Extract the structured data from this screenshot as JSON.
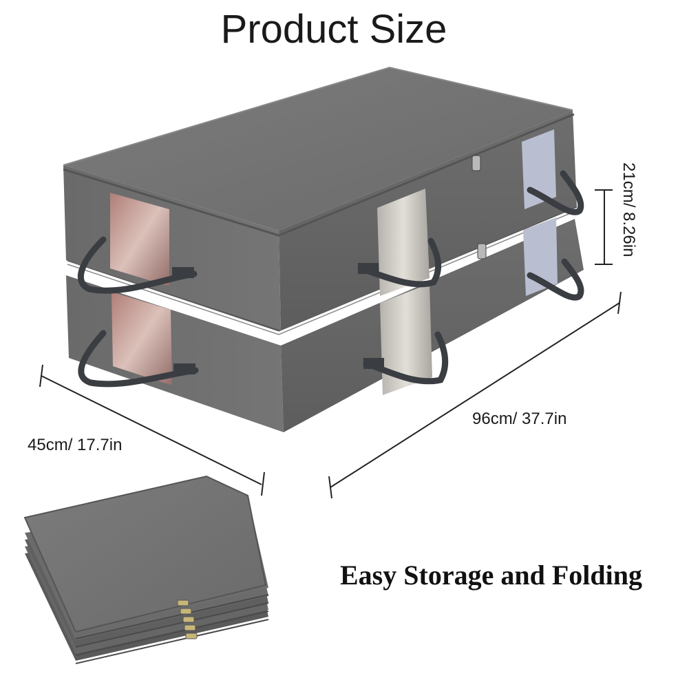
{
  "title": "Product Size",
  "dimensions": {
    "height": "21cm/ 8.26in",
    "width": "45cm/ 17.7in",
    "length": "96cm/ 37.7in"
  },
  "tagline": "Easy Storage and Folding",
  "colors": {
    "bag_gray": "#6d6d6d",
    "bag_top": "#7a7a7a",
    "bag_dark": "#4e4e4e",
    "handle": "#3a3d42",
    "window": "#c9c6c0",
    "text": "#1a1a1a"
  }
}
